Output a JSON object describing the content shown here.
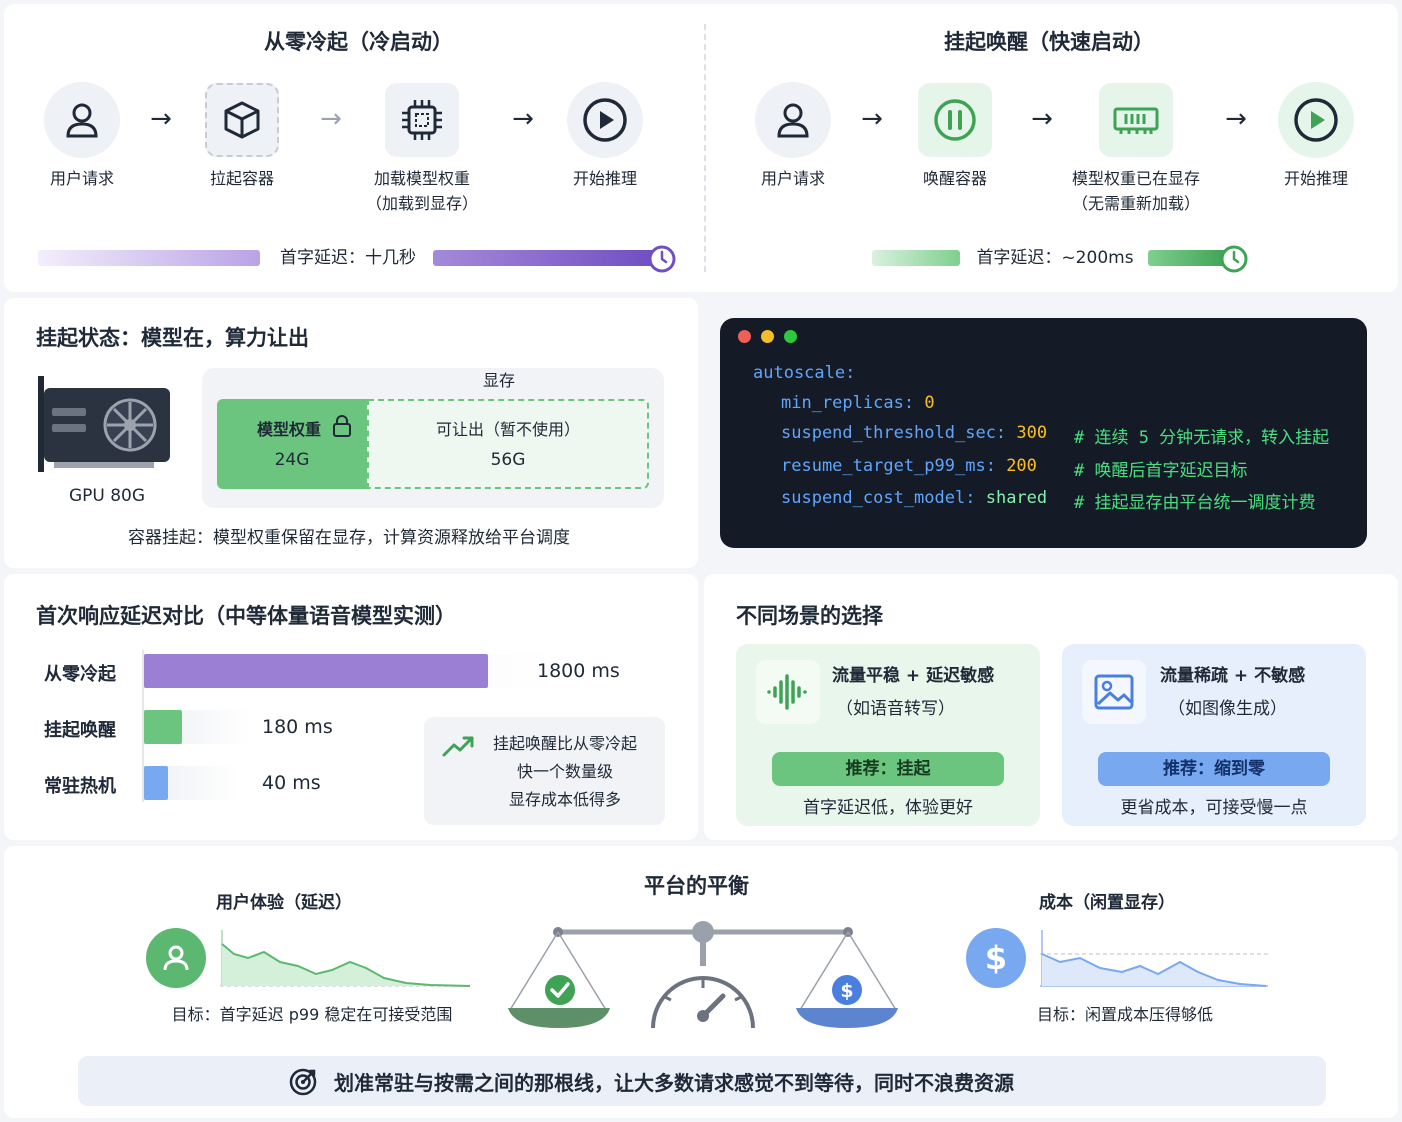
{
  "cold": {
    "title": "从零冷起（冷启动）",
    "steps": [
      {
        "label": "用户请求",
        "icon": "user-icon"
      },
      {
        "label": "拉起容器",
        "icon": "cube-icon"
      },
      {
        "label": "加载模型权重",
        "sub": "（加载到显存）",
        "icon": "chip-icon"
      },
      {
        "label": "开始推理",
        "icon": "play-icon"
      }
    ],
    "latency": "首字延迟：十几秒"
  },
  "warm": {
    "title": "挂起唤醒（快速启动）",
    "steps": [
      {
        "label": "用户请求",
        "icon": "user-icon"
      },
      {
        "label": "唤醒容器",
        "icon": "pause-icon"
      },
      {
        "label": "模型权重已在显存",
        "sub": "（无需重新加载）",
        "icon": "memory-icon"
      },
      {
        "label": "开始推理",
        "icon": "play-icon"
      }
    ],
    "latency": "首字延迟：~200ms"
  },
  "suspend": {
    "title": "挂起状态：模型在，算力让出",
    "gpu_label": "GPU 80G",
    "vram_label": "显存",
    "weights_label": "模型权重",
    "weights_size": "24G",
    "free_label": "可让出（暂不使用）",
    "free_size": "56G",
    "caption": "容器挂起：模型权重保留在显存，计算资源释放给平台调度"
  },
  "config": {
    "lines": [
      {
        "key": "autoscale:",
        "value": "",
        "comment": ""
      },
      {
        "key": "min_replicas:",
        "value": "0",
        "comment": ""
      },
      {
        "key": "suspend_threshold_sec:",
        "value": "300",
        "comment": "# 连续 5 分钟无请求，转入挂起"
      },
      {
        "key": "resume_target_p99_ms:",
        "value": "200",
        "comment": "# 唤醒后首字延迟目标"
      },
      {
        "key": "suspend_cost_model:",
        "value": "shared",
        "comment": "# 挂起显存由平台统一调度计费"
      }
    ]
  },
  "compare": {
    "title": "首次响应延迟对比（中等体量语音模型实测）",
    "rows": [
      {
        "label": "从零冷起",
        "value": "1800 ms"
      },
      {
        "label": "挂起唤醒",
        "value": "180 ms"
      },
      {
        "label": "常驻热机",
        "value": "40 ms"
      }
    ],
    "note": [
      "挂起唤醒比从零冷起",
      "快一个数量级",
      "显存成本低得多"
    ]
  },
  "chart_data": {
    "type": "bar",
    "categories": [
      "从零冷起",
      "挂起唤醒",
      "常驻热机"
    ],
    "values": [
      1800,
      180,
      40
    ],
    "title": "首次响应延迟对比（中等体量语音模型实测）",
    "unit": "ms",
    "colors": [
      "#9b7fd4",
      "#6cc57e",
      "#78a8f0"
    ]
  },
  "scenarios": {
    "title": "不同场景的选择",
    "a": {
      "title": "流量平稳 + 延迟敏感",
      "sub": "（如语音转写）",
      "rec": "推荐：挂起",
      "note": "首字延迟低，体验更好"
    },
    "b": {
      "title": "流量稀疏 + 不敏感",
      "sub": "（如图像生成）",
      "rec": "推荐：缩到零",
      "note": "更省成本，可接受慢一点"
    }
  },
  "balance": {
    "title": "平台的平衡",
    "left_title": "用户体验（延迟）",
    "left_goal": "目标：首字延迟 p99 稳定在可接受范围",
    "right_title": "成本（闲置显存）",
    "right_goal": "目标：闲置成本压得够低",
    "dollar": "$"
  },
  "footer": "划准常驻与按需之间的那根线，让大多数请求感觉不到等待，同时不浪费资源",
  "colors": {
    "purple": "#9b7fd4",
    "green": "#6cc57e",
    "blue": "#78a8f0",
    "dark": "#151b26"
  }
}
